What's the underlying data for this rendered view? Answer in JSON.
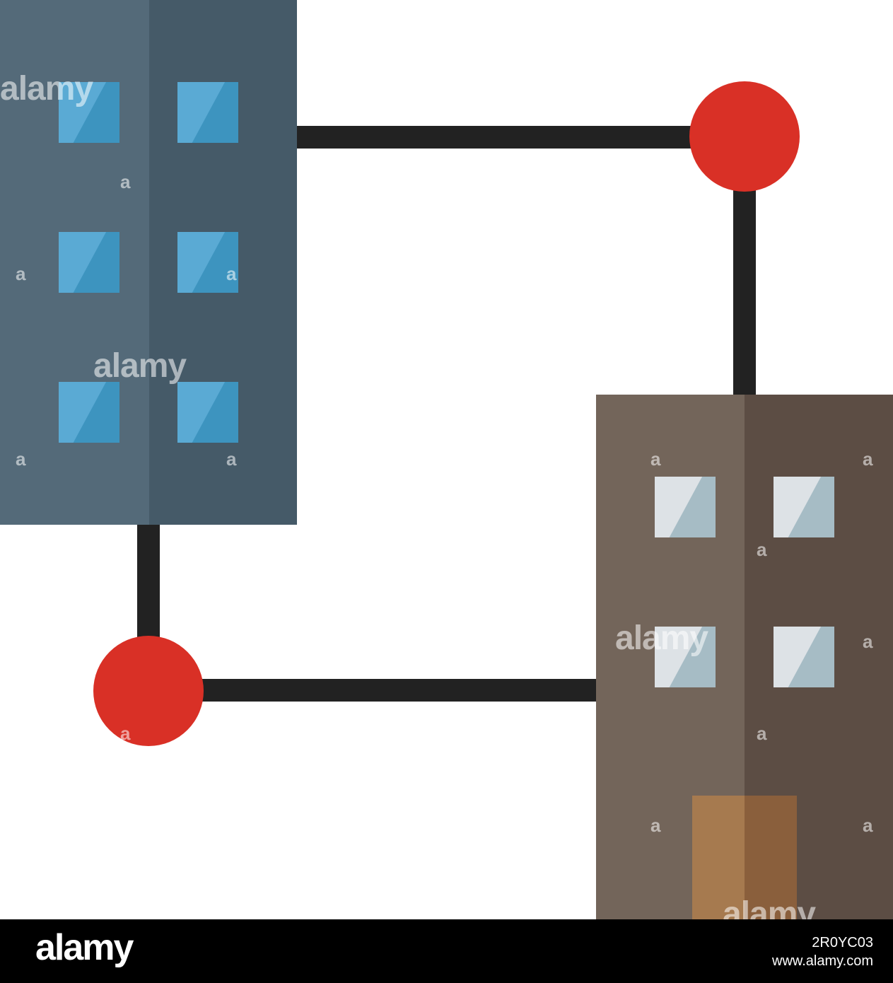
{
  "colors": {
    "office_light": "#546a79",
    "office_dark": "#455a68",
    "window_blue": "#5aaad4",
    "window_blue_shade": "#3d94bf",
    "apartment_light": "#73655a",
    "apartment_dark": "#5c4d44",
    "window_gray": "#dde2e6",
    "window_gray_shade": "#a6bcc5",
    "door_light": "#a67a4f",
    "door_dark": "#8a5f3c",
    "connector": "#222222",
    "node_red": "#d93026",
    "footer_bg": "#000000"
  },
  "watermark": {
    "brand": "alamy",
    "letter": "a"
  },
  "footer": {
    "logo": "alamy",
    "image_id": "2R0YC03",
    "site": "www.alamy.com"
  }
}
